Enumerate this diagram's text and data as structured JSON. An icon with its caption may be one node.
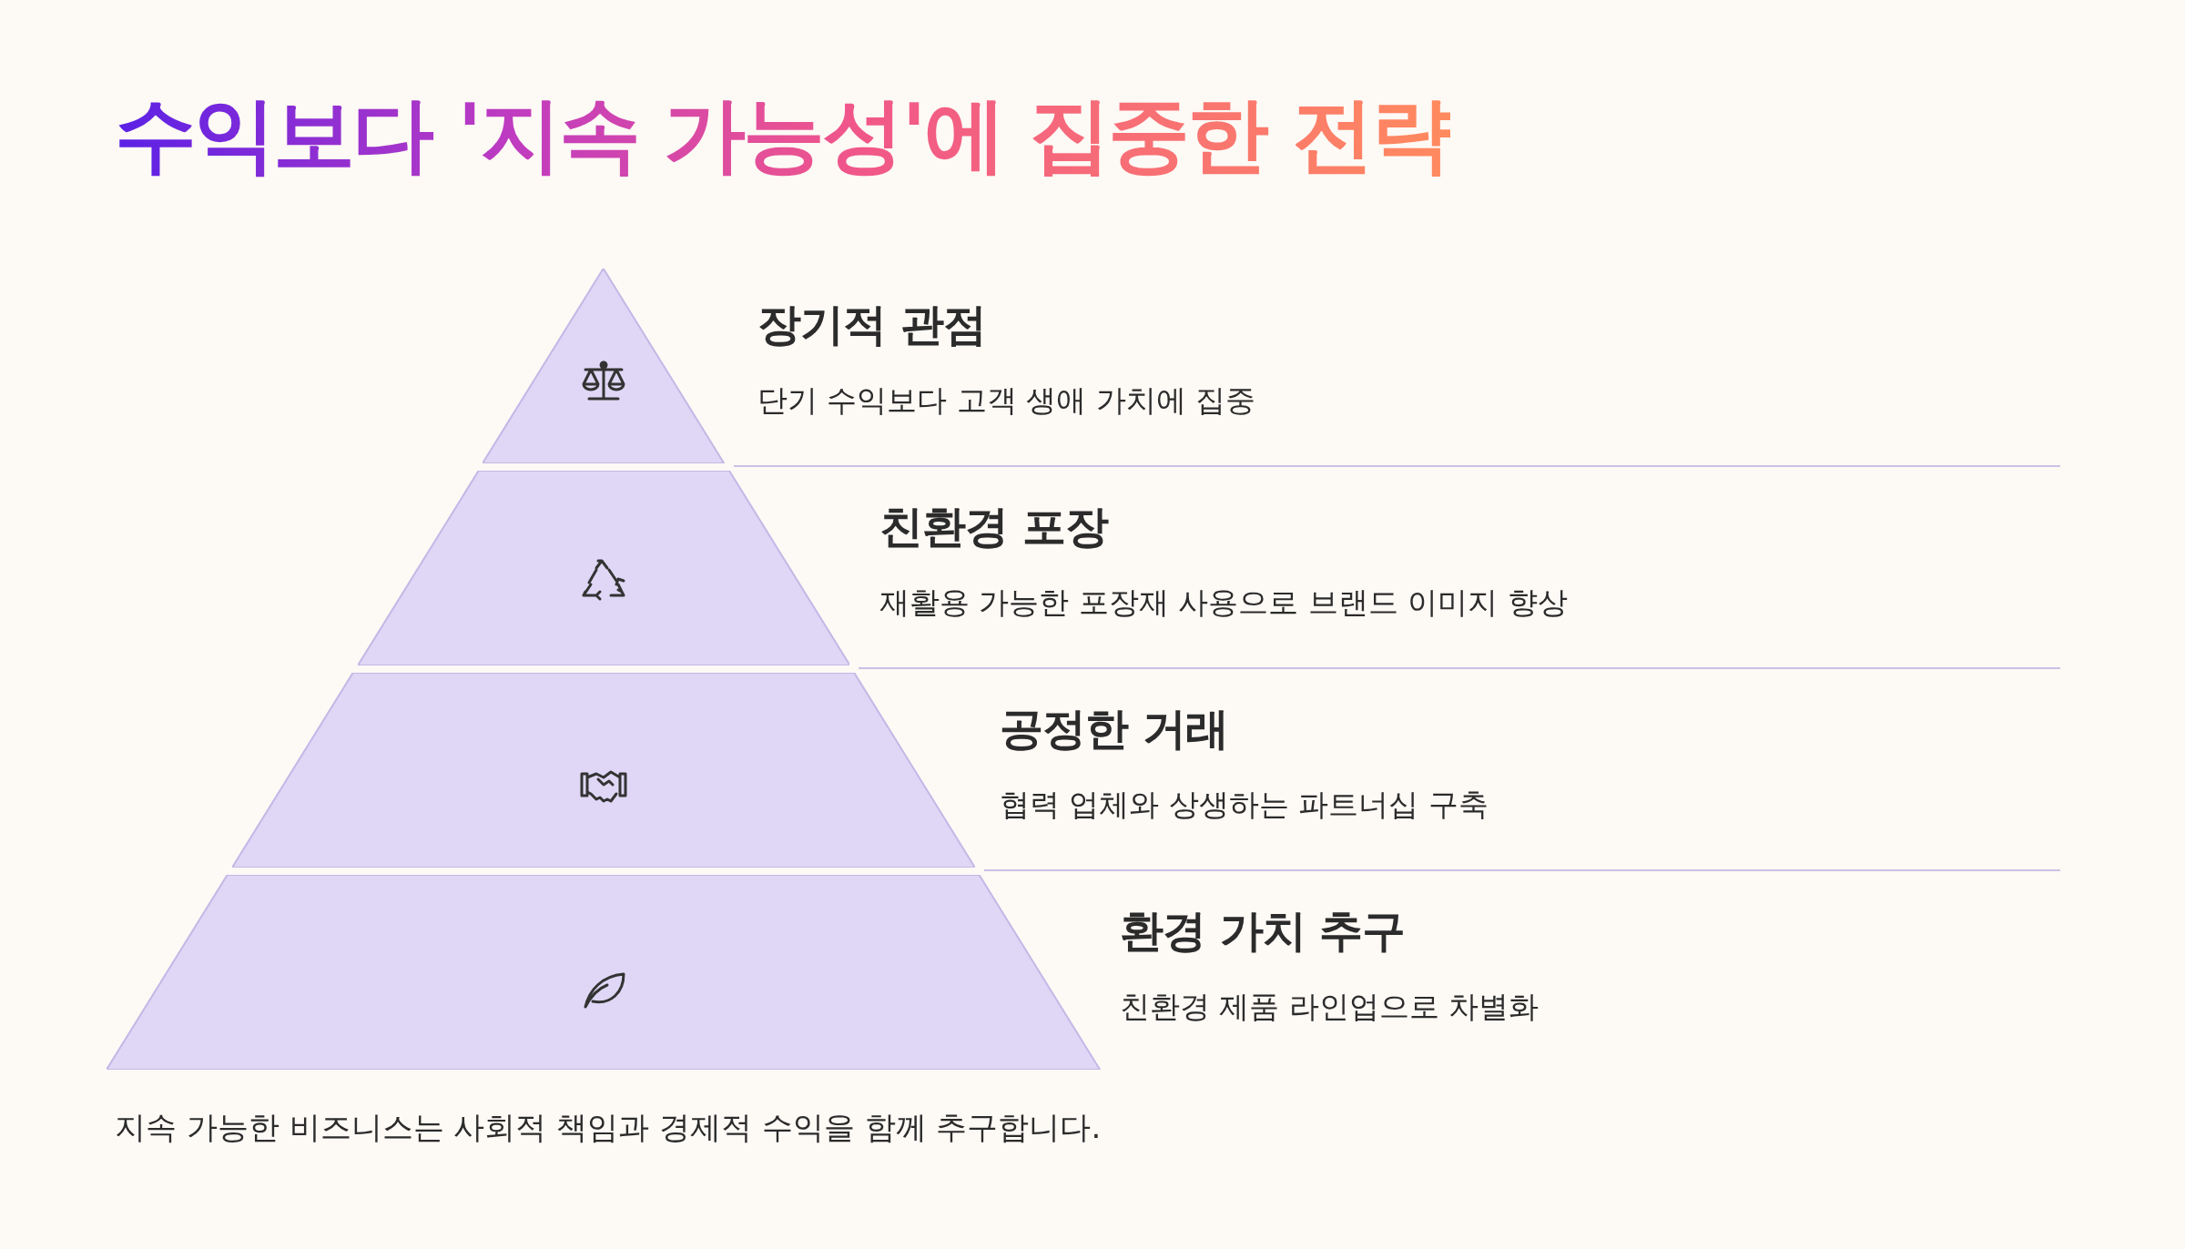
{
  "diagram": {
    "title": "수익보다 '지속 가능성'에 집중한 전략",
    "nodes": [
      {
        "text": [
          "장기적 관점",
          "단기 수익보다 고객 생애 가치에 집중"
        ]
      },
      {
        "text": [
          "친환경 포장",
          "재활용 가능한 포장재 사용으로 브랜드 이미지 향상"
        ]
      },
      {
        "text": [
          "공정한 거래",
          "협력 업체와 상생하는 파트너십 구축"
        ]
      },
      {
        "text": [
          "환경 가치 추구",
          "친환경 제품 라인업으로 차별화"
        ]
      }
    ],
    "edges": [],
    "caption": "지속 가능한 비즈니스는 사회적 책임과 경제적 수익을 함께 추구합니다."
  }
}
